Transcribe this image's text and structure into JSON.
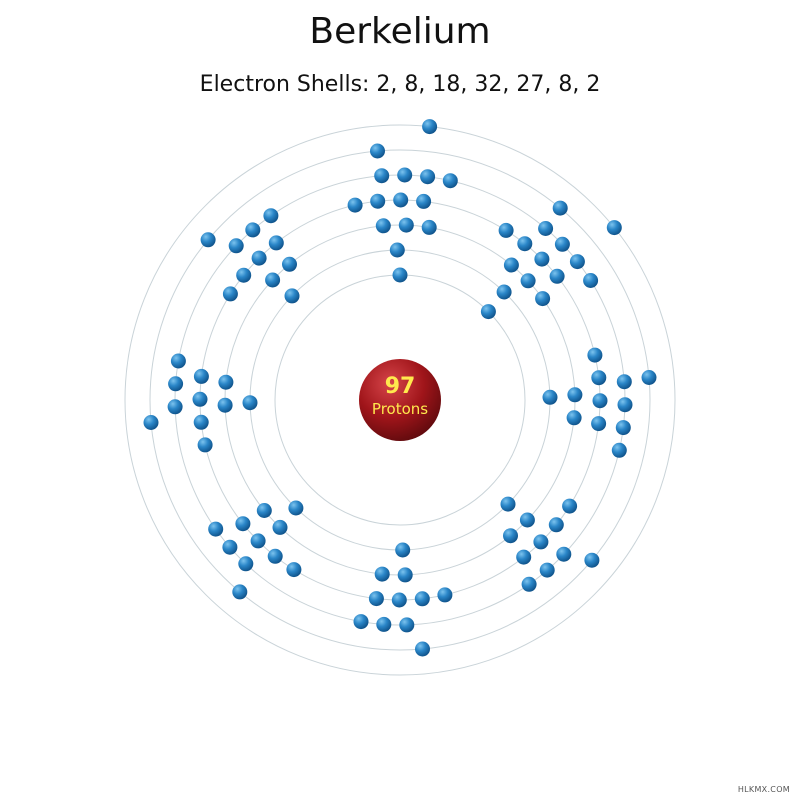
{
  "element": {
    "name": "Berkelium",
    "shells_label": "Electron Shells: 2, 8, 18, 32, 27, 8, 2",
    "shells": [
      2,
      8,
      18,
      32,
      27,
      8,
      2
    ]
  },
  "nucleus": {
    "protons": "97",
    "protons_label": "Protons"
  },
  "colors": {
    "orbit": "#c9d3d8",
    "electron": "#1f7cc2",
    "nucleus": "#a0151a",
    "nucleus_text": "#ffe94d"
  },
  "watermark": "HLKMX.COM"
}
